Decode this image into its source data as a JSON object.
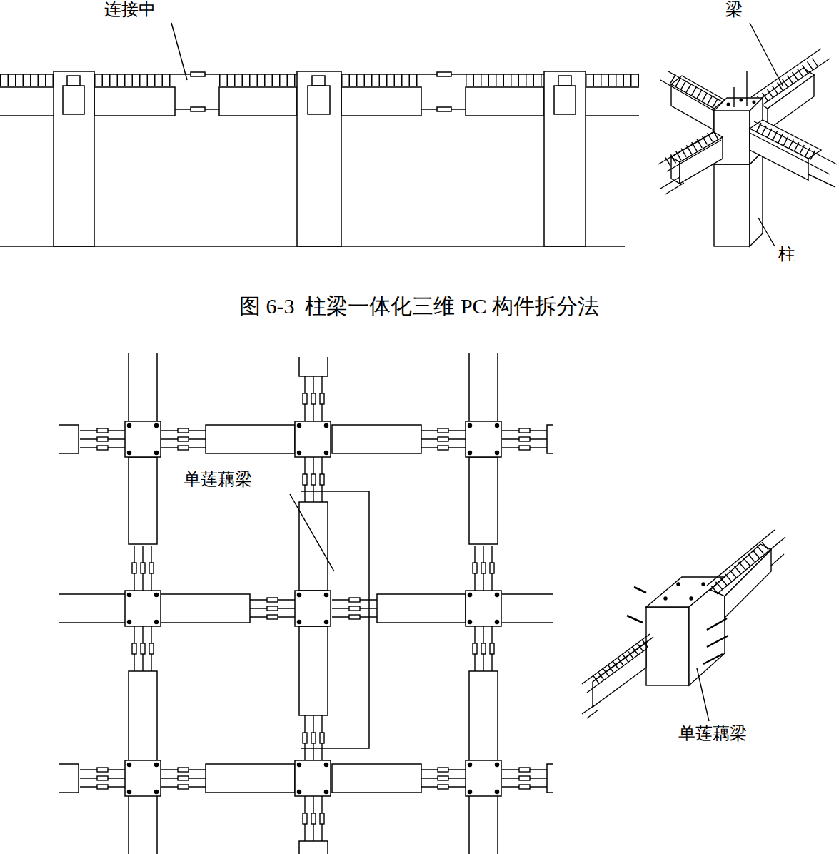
{
  "diagram": {
    "caption": "图 6-3  柱梁一体化三维 PC 构件拆分法",
    "labels": [
      "连接中",
      "梁",
      "柱",
      "单莲藕梁",
      "单莲藕梁"
    ]
  }
}
